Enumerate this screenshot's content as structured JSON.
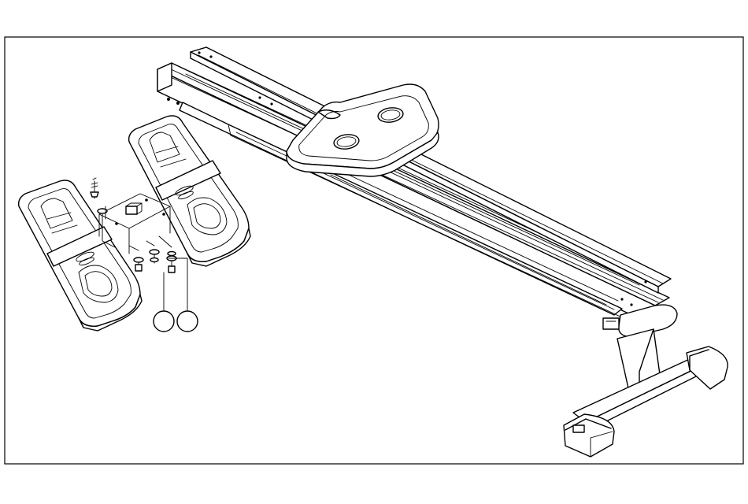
{
  "diagram": {
    "subject": "rowing-machine-footrest-assembly",
    "stroke_color": "#000000",
    "background_color": "#ffffff",
    "callouts": [
      {
        "id": "callout-1",
        "label": ""
      },
      {
        "id": "callout-2",
        "label": ""
      }
    ]
  }
}
